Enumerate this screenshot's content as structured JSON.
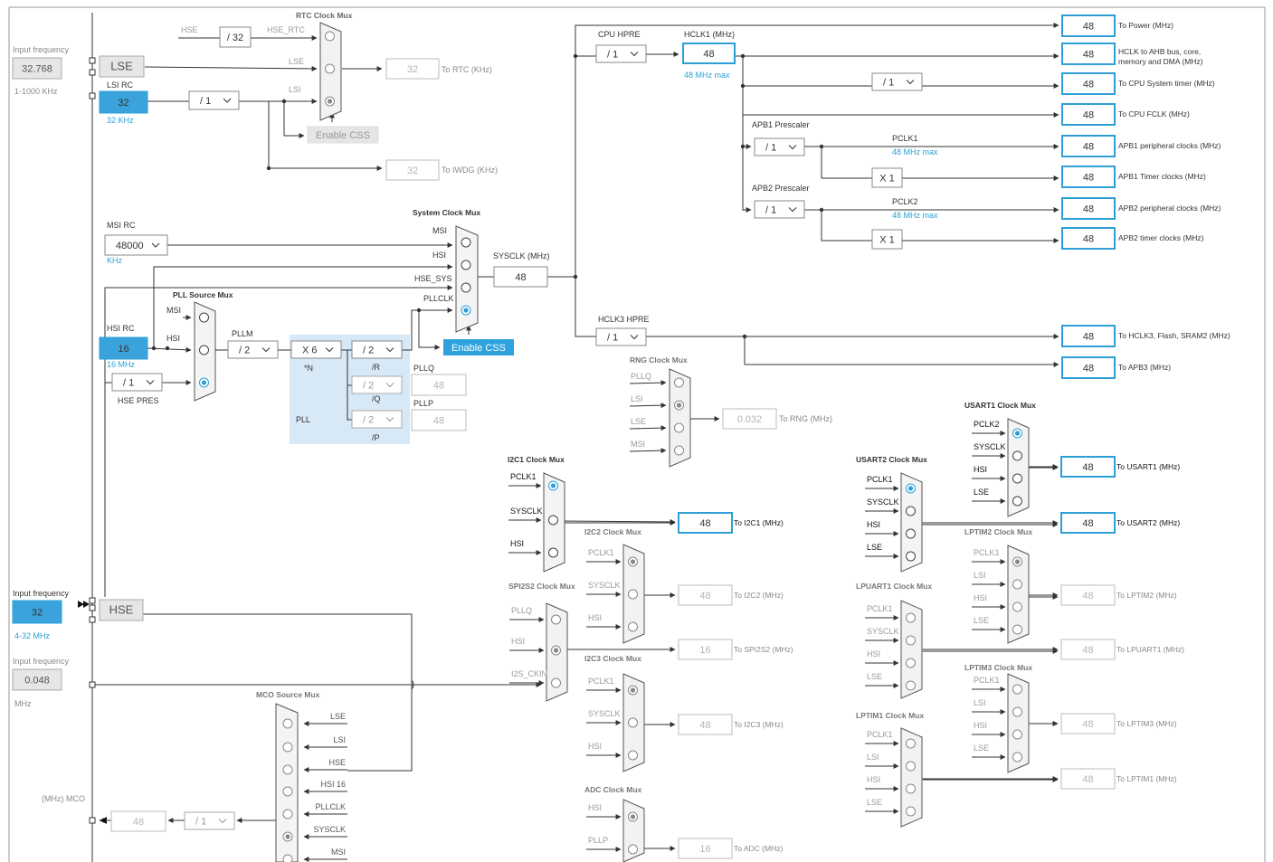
{
  "left": {
    "lse_freq_caption": "Input frequency",
    "lse_freq": "32.768",
    "lse_range": "1-1000 KHz",
    "lse_label": "LSE",
    "lsi_label": "LSI RC",
    "lsi_value": "32",
    "lsi_unit": "32 KHz",
    "msi_label": "MSI RC",
    "msi_value": "48000",
    "msi_unit": "KHz",
    "hsi_label": "HSI RC",
    "hsi_value": "16",
    "hsi_unit": "16 MHz",
    "hse_pres_value": "/ 1",
    "hse_pres_label": "HSE PRES",
    "hse_freq_caption": "Input frequency",
    "hse_freq": "32",
    "hse_range": "4-32 MHz",
    "hse_label": "HSE",
    "lsi_in_caption": "Input frequency",
    "lsi_in_freq": "0.048",
    "lsi_in_unit": "MHz",
    "mco_label": "(MHz) MCO",
    "mco_value": "48",
    "mco_div": "/ 1"
  },
  "rtc": {
    "title": "RTC Clock Mux",
    "hse": "HSE",
    "div32": "/ 32",
    "hse_rtc": "HSE_RTC",
    "lse": "LSE",
    "lsi": "LSI",
    "lsi_div": "/ 1",
    "to_rtc_value": "32",
    "to_rtc_label": "To RTC (KHz)",
    "enable_css": "Enable CSS",
    "to_iwdg_value": "32",
    "to_iwdg_label": "To IWDG (KHz)"
  },
  "sysmux": {
    "title": "System Clock Mux",
    "msi": "MSI",
    "hsi": "HSI",
    "hse_sys": "HSE_SYS",
    "pllclk": "PLLCLK",
    "sysclk_label": "SYSCLK (MHz)",
    "sysclk_value": "48",
    "enable_css": "Enable CSS"
  },
  "pll": {
    "source_title": "PLL Source Mux",
    "msi": "MSI",
    "hsi": "HSI",
    "pllm_label": "PLLM",
    "pllm_value": "/ 2",
    "n_value": "X 6",
    "n_label": "*N",
    "r_value": "/ 2",
    "r_label": "/R",
    "q_value": "/ 2",
    "q_label": "/Q",
    "p_value": "/ 2",
    "p_label": "/P",
    "pllq_label": "PLLQ",
    "pllq_value": "48",
    "pllp_label": "PLLP",
    "pllp_value": "48",
    "pll_label": "PLL"
  },
  "bus": {
    "cpu_hpre_label": "CPU HPRE",
    "cpu_hpre_value": "/ 1",
    "hclk1_label": "HCLK1 (MHz)",
    "hclk1_value": "48",
    "hclk1_max": "48 MHz max",
    "systick_div": "/ 1",
    "apb1_prescaler_label": "APB1 Prescaler",
    "apb1_value": "/ 1",
    "pclk1_label": "PCLK1",
    "pclk1_max": "48 MHz max",
    "apb1_timer_mult": "X 1",
    "apb2_prescaler_label": "APB2 Prescaler",
    "apb2_value": "/ 1",
    "pclk2_label": "PCLK2",
    "pclk2_max": "48 MHz max",
    "apb2_timer_mult": "X 1",
    "hclk3_hpre_label": "HCLK3 HPRE",
    "hclk3_hpre_value": "/ 1",
    "outputs": [
      {
        "value": "48",
        "label": "To Power (MHz)"
      },
      {
        "value": "48",
        "label": "HCLK to AHB bus, core,",
        "label2": "memory and DMA (MHz)"
      },
      {
        "value": "48",
        "label": "To CPU System timer (MHz)"
      },
      {
        "value": "48",
        "label": "To CPU FCLK (MHz)"
      },
      {
        "value": "48",
        "label": "APB1 peripheral clocks (MHz)"
      },
      {
        "value": "48",
        "label": "APB1 Timer clocks (MHz)"
      },
      {
        "value": "48",
        "label": "APB2 peripheral clocks (MHz)"
      },
      {
        "value": "48",
        "label": "APB2 timer clocks (MHz)"
      },
      {
        "value": "48",
        "label": "To HCLK3, Flash, SRAM2 (MHz)"
      },
      {
        "value": "48",
        "label": "To APB3 (MHz)"
      }
    ]
  },
  "rng": {
    "title": "RNG Clock Mux",
    "inputs": [
      "PLLQ",
      "LSI",
      "LSE",
      "MSI"
    ],
    "value": "0.032",
    "label": "To RNG (MHz)"
  },
  "i2c1": {
    "title": "I2C1 Clock Mux",
    "inputs": [
      "PCLK1",
      "SYSCLK",
      "HSI"
    ],
    "value": "48",
    "label": "To I2C1 (MHz)"
  },
  "i2c2": {
    "title": "I2C2 Clock Mux",
    "inputs": [
      "PCLK1",
      "SYSCLK",
      "HSI"
    ],
    "value": "48",
    "label": "To I2C2 (MHz)"
  },
  "spi2s2": {
    "title": "SPI2S2 Clock Mux",
    "inputs": [
      "PLLQ",
      "HSI",
      "I2S_CKIN"
    ],
    "value": "16",
    "label": "To SPI2S2 (MHz)"
  },
  "i2c3": {
    "title": "I2C3 Clock Mux",
    "inputs": [
      "PCLK1",
      "SYSCLK",
      "HSI"
    ],
    "value": "48",
    "label": "To I2C3 (MHz)"
  },
  "adc": {
    "title": "ADC Clock Mux",
    "inputs": [
      "HSI",
      "PLLP"
    ],
    "value": "16",
    "label": "To ADC (MHz)"
  },
  "mco": {
    "title": "MCO Source Mux",
    "inputs": [
      "LSE",
      "LSI",
      "HSE",
      "HSI 16",
      "PLLCLK",
      "SYSCLK",
      "MSI"
    ]
  },
  "usart1": {
    "title": "USART1 Clock Mux",
    "inputs": [
      "PCLK2",
      "SYSCLK",
      "HSI",
      "LSE"
    ],
    "value": "48",
    "label": "To USART1 (MHz)"
  },
  "usart2": {
    "title": "USART2 Clock Mux",
    "inputs": [
      "PCLK1",
      "SYSCLK",
      "HSI",
      "LSE"
    ],
    "value": "48",
    "label": "To USART2 (MHz)"
  },
  "lptim2": {
    "title": "LPTIM2 Clock Mux",
    "inputs": [
      "PCLK1",
      "LSI",
      "HSI",
      "LSE"
    ],
    "value": "48",
    "label": "To LPTIM2 (MHz)"
  },
  "lpuart1": {
    "title": "LPUART1 Clock Mux",
    "inputs": [
      "PCLK1",
      "SYSCLK",
      "HSI",
      "LSE"
    ],
    "value": "48",
    "label": "To LPUART1 (MHz)"
  },
  "lptim3": {
    "title": "LPTIM3 Clock Mux",
    "inputs": [
      "PCLK1",
      "LSI",
      "HSI",
      "LSE"
    ],
    "value": "48",
    "label": "To LPTIM3 (MHz)"
  },
  "lptim1": {
    "title": "LPTIM1 Clock Mux",
    "inputs": [
      "PCLK1",
      "LSI",
      "HSI",
      "LSE"
    ],
    "value": "48",
    "label": "To LPTIM1 (MHz)"
  },
  "colors": {
    "accent": "#2e9fd6",
    "accent_fill": "#3aa3dc",
    "line": "#333333",
    "gray_text": "#888888",
    "disabled_text": "#b5b5b5",
    "pll_bg": "#d7e8f6"
  }
}
